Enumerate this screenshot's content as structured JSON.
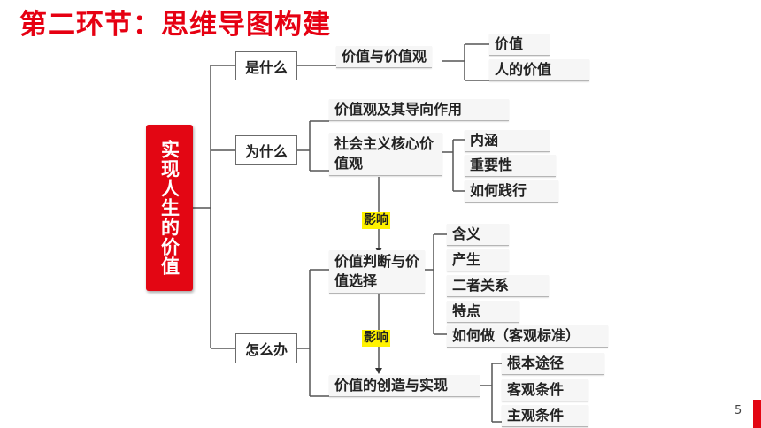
{
  "title": "第二环节：思维导图构建",
  "root": "实现人生的价值",
  "branches": {
    "what": {
      "label": "是什么",
      "sub": "价值与价值观",
      "leaves": [
        "价值",
        "人的价值"
      ]
    },
    "why": {
      "label": "为什么",
      "sub1": "价值观及其导向作用",
      "sub2": "社会主义核心价值观",
      "leaves": [
        "内涵",
        "重要性",
        "如何践行"
      ]
    },
    "how": {
      "label": "怎么办",
      "influence1": "影响",
      "judgment": "价值判断与价值选择",
      "judgment_leaves": [
        "含义",
        "产生",
        "二者关系",
        "特点",
        "如何做（客观标准）"
      ],
      "influence2": "影响",
      "create": "价值的创造与实现",
      "create_leaves": [
        "根本途径",
        "客观条件",
        "主观条件"
      ]
    }
  },
  "page_number": "5",
  "colors": {
    "accent": "#e30613",
    "highlight": "#fff200",
    "line": "#555555"
  }
}
